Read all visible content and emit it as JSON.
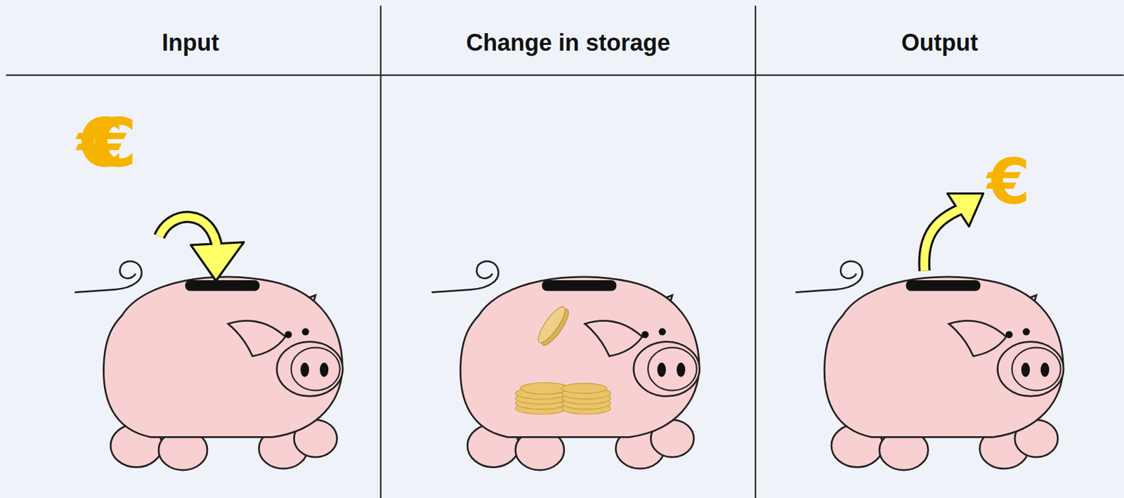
{
  "diagram": {
    "labels": [
      "Input",
      "Change in storage",
      "Output",
      "€€",
      "€"
    ]
  }
}
